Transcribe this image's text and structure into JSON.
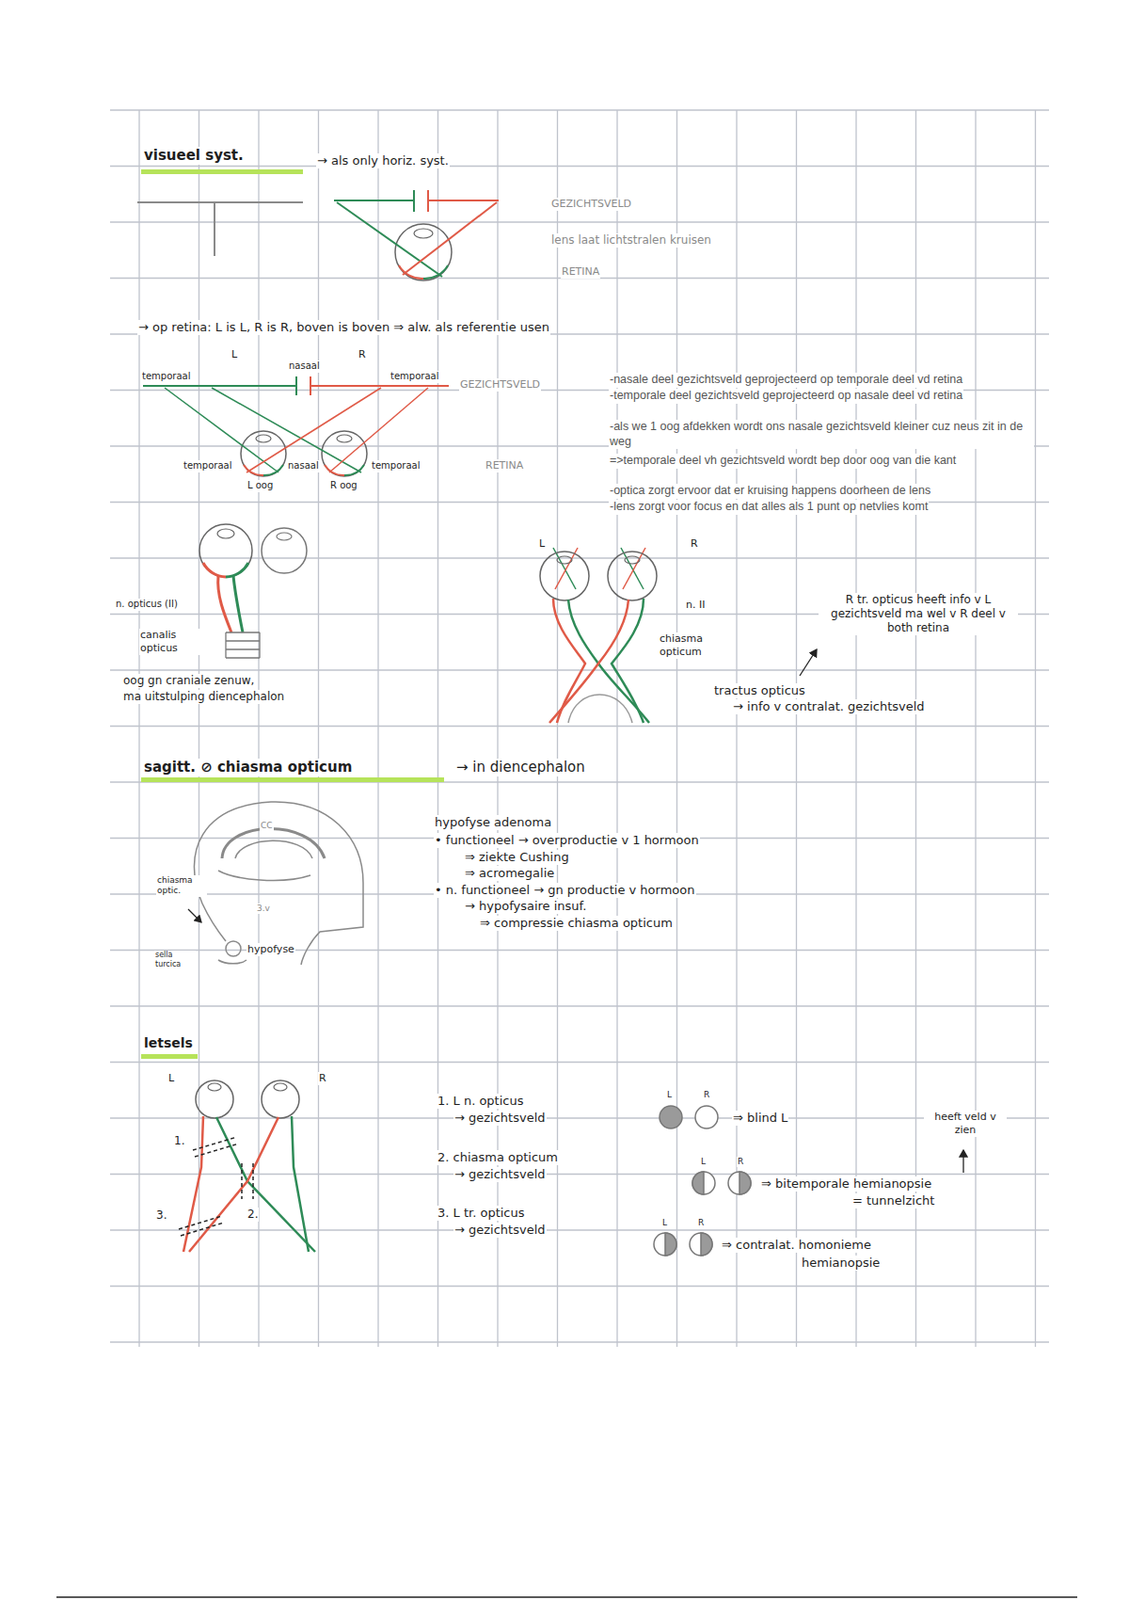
{
  "diagram": {
    "title": "visueel syst.",
    "labels": [
      "→ als only horiz. syst.",
      "GEZICHTSVELD",
      "lens laat lichtstralen kruisen",
      "RETINA",
      "→ op retina: L is L, R is R, boven is boven ⇒ alw. als referentie usen",
      "L",
      "R",
      "nasaal",
      "temporaal",
      "temporaal",
      "GEZICHTSVELD",
      "temporaal",
      "nasaal",
      "temporaal",
      "L oog",
      "R oog",
      "RETINA",
      "-nasale deel gezichtsveld geprojecteerd op temporale deel vd retina",
      "-temporale deel gezichtsveld geprojecteerd op nasale deel vd retina",
      "-als we 1 oog afdekken wordt ons nasale gezichtsveld kleiner cuz neus zit in de weg",
      "=>temporale deel vh gezichtsveld wordt bep door oog van die kant",
      "-optica zorgt ervoor dat er kruising happens doorheen de lens",
      "-lens zorgt voor focus en dat alles als 1 punt op netvlies komt",
      "n. opticus (II)",
      "canalis opticus",
      "oog gn craniale zenuw,",
      "ma uitstulping diencephalon",
      "L",
      "R",
      "n. II",
      "chiasma opticum",
      "R tr. opticus heeft info v L gezichtsveld ma wel v R deel v both retina",
      "tractus opticus",
      "→ info v contralat. gezichtsveld",
      "sagitt. ⊘ chiasma opticum",
      "→ in diencephalon",
      "CC",
      "chiasma optic.",
      "3.v",
      "sella turcica",
      "hypofyse",
      "hypofyse adenoma",
      "• functioneel → overproductie v 1 hormoon",
      "⇒ ziekte Cushing",
      "⇒ acromegalie",
      "• n. functioneel → gn productie v hormoon",
      "→ hypofysaire insuf.",
      "⇒ compressie chiasma opticum",
      "letsels",
      "L",
      "R",
      "1.",
      "2.",
      "3.",
      "1. L n. opticus",
      "→ gezichtsveld",
      "L",
      "R",
      "⇒ blind L",
      "heeft veld v zien",
      "2. chiasma opticum",
      "→ gezichtsveld",
      "L",
      "R",
      "⇒ bitemporale hemianopsie",
      "= tunnelzicht",
      "3. L tr. opticus",
      "→ gezichtsveld",
      "L",
      "R",
      "⇒ contralat. homonieme",
      "hemianopsie"
    ]
  }
}
